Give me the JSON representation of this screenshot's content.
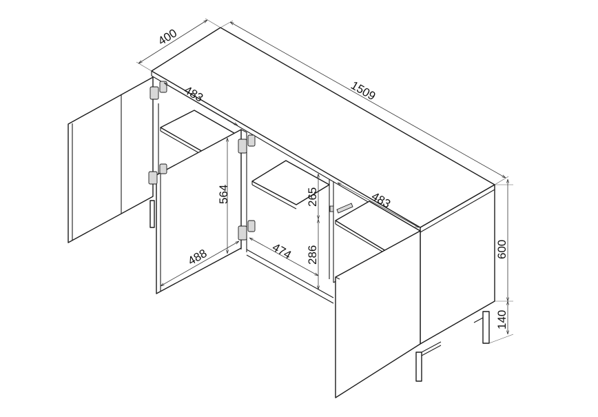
{
  "dimensions": {
    "depth": "400",
    "width": "1509",
    "height": "600",
    "leg_height": "140",
    "inner_depth_left": "483",
    "inner_depth_right": "483",
    "inner_height": "564",
    "upper_shelf_gap": "265",
    "lower_shelf_gap": "286",
    "door_width_left": "488",
    "shelf_width": "474"
  },
  "colors": {
    "line": "#1a1a1a",
    "background": "#ffffff",
    "hardware": "#d8d8d8"
  }
}
